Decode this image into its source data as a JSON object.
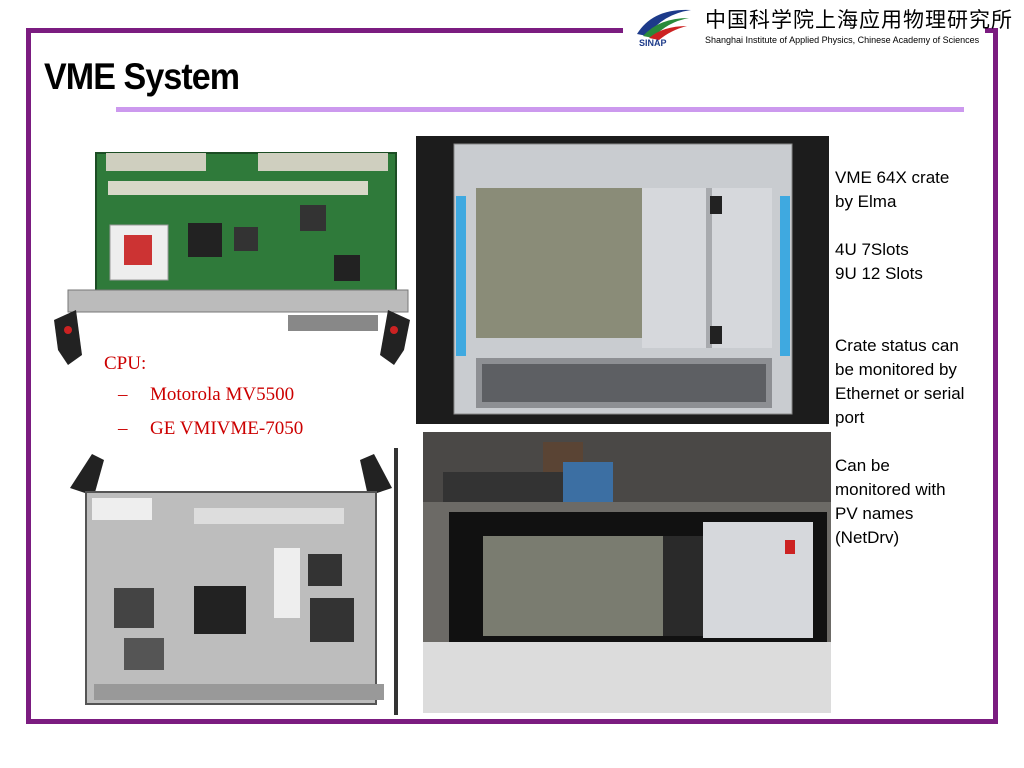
{
  "header": {
    "org_cn": "中国科学院上海应用物理研究所",
    "org_en": "Shanghai Institute of Applied Physics, Chinese Academy of Sciences",
    "org_abbr": "SINAP"
  },
  "slide": {
    "title": "VME System",
    "bullets": {
      "main": "CPU:",
      "items": [
        "Motorola MV5500",
        "GE VMIVME-7050"
      ]
    },
    "notes": {
      "crate_l1": "VME 64X crate",
      "crate_l2": "by Elma",
      "slots_l1": "4U 7Slots",
      "slots_l2": "9U 12 Slots",
      "status_l1": "Crate status can",
      "status_l2": "be monitored by",
      "status_l3": "Ethernet or serial",
      "status_l4": "port",
      "pv_l1": "Can be",
      "pv_l2": "monitored with",
      "pv_l3": "PV names",
      "pv_l4": "(NetDrv)"
    }
  },
  "colors": {
    "frame": "#7b1c80",
    "underline": "#cc99ee",
    "bullet_text": "#cc0000",
    "logo_blue": "#1d3b8a",
    "logo_red": "#cc2222",
    "logo_green": "#2a8a3a"
  }
}
